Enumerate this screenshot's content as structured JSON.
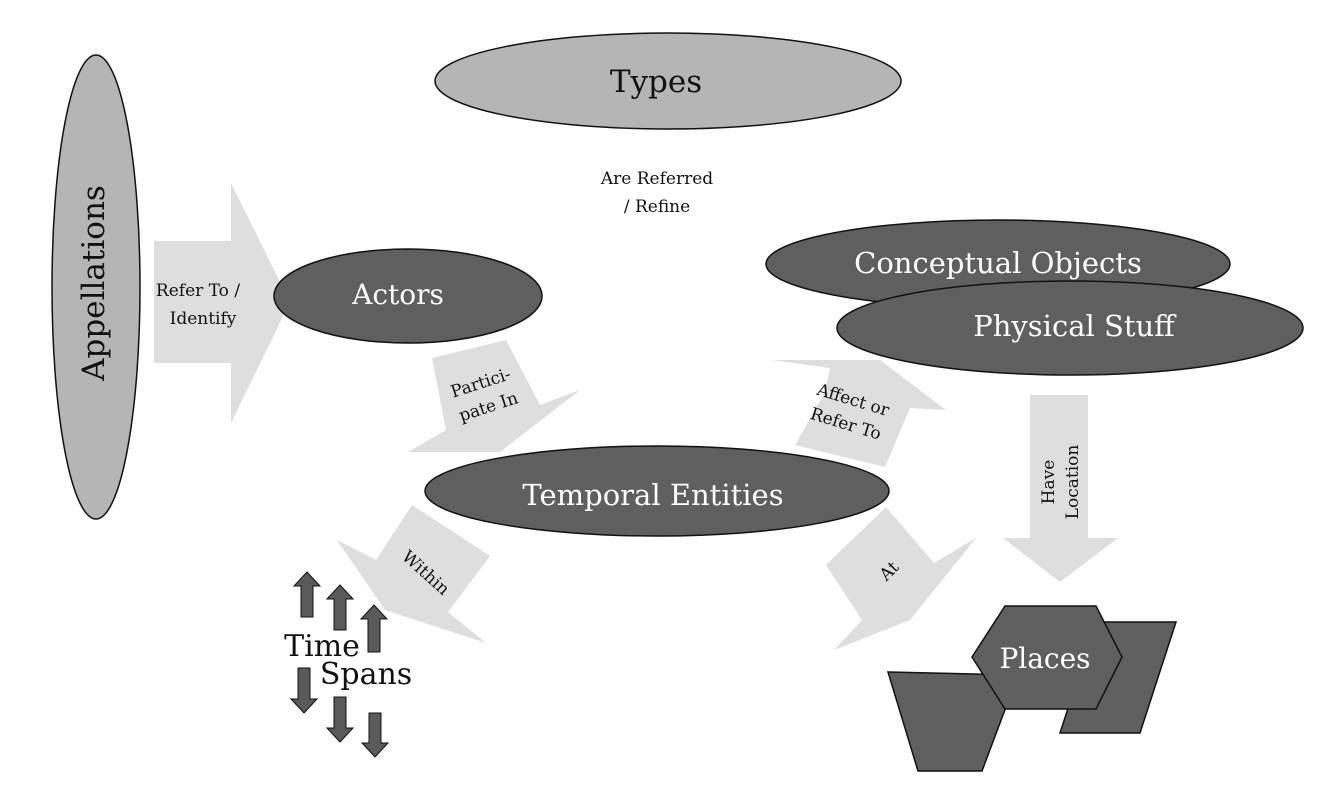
{
  "nodes": {
    "appellations": "Appellations",
    "types": "Types",
    "actors": "Actors",
    "conceptual_objects": "Conceptual Objects",
    "physical_stuff": "Physical Stuff",
    "temporal_entities": "Temporal Entities",
    "places": "Places",
    "time_spans_line1": "Time",
    "time_spans_line2": "Spans"
  },
  "relations": {
    "refer_to_identify": [
      "Refer To /",
      "Identify"
    ],
    "are_referred_refine": [
      "Are Referred",
      "/ Refine"
    ],
    "participate_in": [
      "Partici-",
      "pate In"
    ],
    "affect_or_refer_to": [
      "Affect or",
      "Refer To"
    ],
    "have_location": [
      "Have",
      "Location"
    ],
    "within": "Within",
    "at": "At"
  },
  "colors": {
    "dark_node": "#5f5f5f",
    "light_node": "#b5b5b5",
    "arrow": "#dedede"
  }
}
